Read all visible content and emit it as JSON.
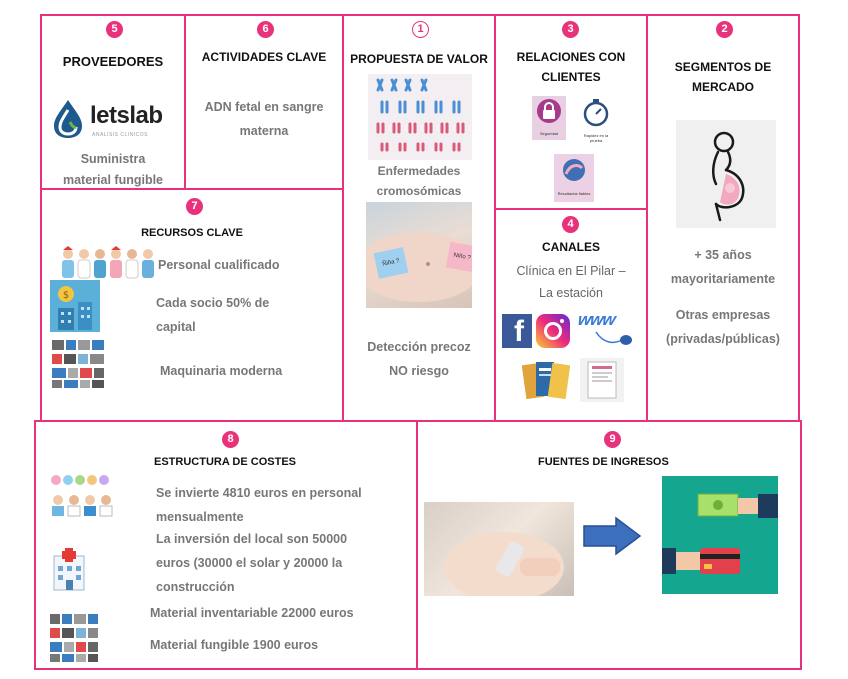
{
  "proveedores": {
    "number": "5",
    "title": "PROVEEDORES",
    "logo_text": "letslab",
    "logo_sub": "ANALISIS CLINICOS",
    "text_line1": "Suministra",
    "text_line2": "material fungible"
  },
  "actividades": {
    "number": "6",
    "title": "ACTIVIDADES CLAVE",
    "line1": "ADN fetal en sangre",
    "line2": "materna"
  },
  "propuesta": {
    "number": "1",
    "title": "PROPUESTA DE VALOR",
    "text1_line1": "Enfermedades",
    "text1_line2": "cromosómicas",
    "note1": "Ñiña ?",
    "note2": "Niño ?",
    "text2_line1": "Detección precoz",
    "text2_line2": "NO riesgo"
  },
  "relaciones": {
    "number": "3",
    "title_line1": "RELACIONES CON",
    "title_line2": "CLIENTES",
    "icon1_label": "Seguridad",
    "icon2_label": "Rapidez en la prueba",
    "icon3_label": "Resultados fiables"
  },
  "segmentos": {
    "number": "2",
    "title_line1": "SEGMENTOS DE",
    "title_line2": "MERCADO",
    "text1_line1": "+ 35 años",
    "text1_line2": "mayoritariamente",
    "text2_line1": "Otras empresas",
    "text2_line2": "(privadas/públicas)"
  },
  "recursos": {
    "number": "7",
    "title": "RECURSOS CLAVE",
    "item1": "Personal cualificado",
    "item2_line1": "Cada socio 50% de",
    "item2_line2": "capital",
    "item3": "Maquinaria moderna"
  },
  "canales": {
    "number": "4",
    "title": "CANALES",
    "line1": "Clínica en El Pilar –",
    "line2": "La estación",
    "www": "www"
  },
  "costes": {
    "number": "8",
    "title": "ESTRUCTURA DE COSTES",
    "line1": "Se invierte 4810 euros en personal",
    "line2": "mensualmente",
    "line3": "La inversión del local son 50000",
    "line4": "euros (30000 el solar y 20000 la",
    "line5": "construcción",
    "line6": "Material inventariable 22000 euros",
    "line7": "Material fungible 1900 euros"
  },
  "ingresos": {
    "number": "9",
    "title": "FUENTES DE INGRESOS"
  },
  "colors": {
    "accent": "#e8327c",
    "text_gray": "#777777",
    "teal": "#14a68f",
    "arrow": "#3d6fbf"
  }
}
